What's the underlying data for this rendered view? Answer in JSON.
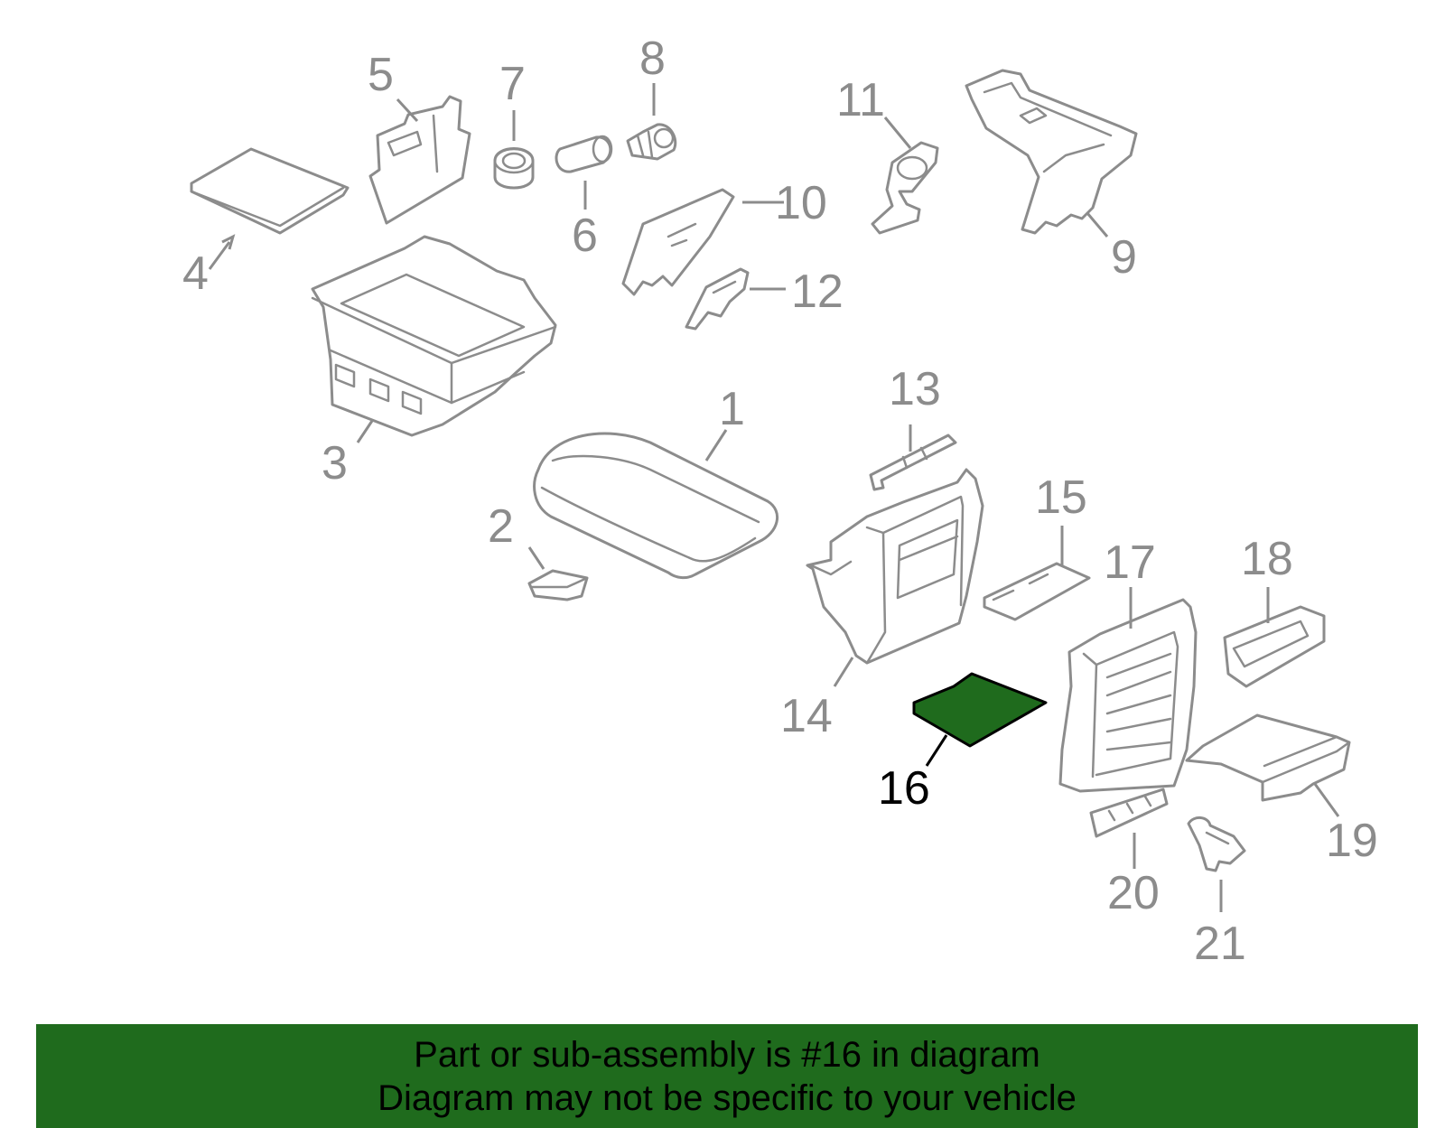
{
  "colors": {
    "part_stroke": "#8c8c8c",
    "highlight_fill": "#1f6b1d",
    "highlight_stroke": "#000000",
    "banner_background": "#1f6b1d"
  },
  "callouts": [
    {
      "id": "1",
      "label": "1",
      "highlighted": false
    },
    {
      "id": "2",
      "label": "2",
      "highlighted": false
    },
    {
      "id": "3",
      "label": "3",
      "highlighted": false
    },
    {
      "id": "4",
      "label": "4",
      "highlighted": false
    },
    {
      "id": "5",
      "label": "5",
      "highlighted": false
    },
    {
      "id": "6",
      "label": "6",
      "highlighted": false
    },
    {
      "id": "7",
      "label": "7",
      "highlighted": false
    },
    {
      "id": "8",
      "label": "8",
      "highlighted": false
    },
    {
      "id": "9",
      "label": "9",
      "highlighted": false
    },
    {
      "id": "10",
      "label": "10",
      "highlighted": false
    },
    {
      "id": "11",
      "label": "11",
      "highlighted": false
    },
    {
      "id": "12",
      "label": "12",
      "highlighted": false
    },
    {
      "id": "13",
      "label": "13",
      "highlighted": false
    },
    {
      "id": "14",
      "label": "14",
      "highlighted": false
    },
    {
      "id": "15",
      "label": "15",
      "highlighted": false
    },
    {
      "id": "16",
      "label": "16",
      "highlighted": true
    },
    {
      "id": "17",
      "label": "17",
      "highlighted": false
    },
    {
      "id": "18",
      "label": "18",
      "highlighted": false
    },
    {
      "id": "19",
      "label": "19",
      "highlighted": false
    },
    {
      "id": "20",
      "label": "20",
      "highlighted": false
    },
    {
      "id": "21",
      "label": "21",
      "highlighted": false
    }
  ],
  "banner": {
    "line1": "Part or sub-assembly is #16 in diagram",
    "line2": "Diagram may not be specific to your vehicle"
  }
}
